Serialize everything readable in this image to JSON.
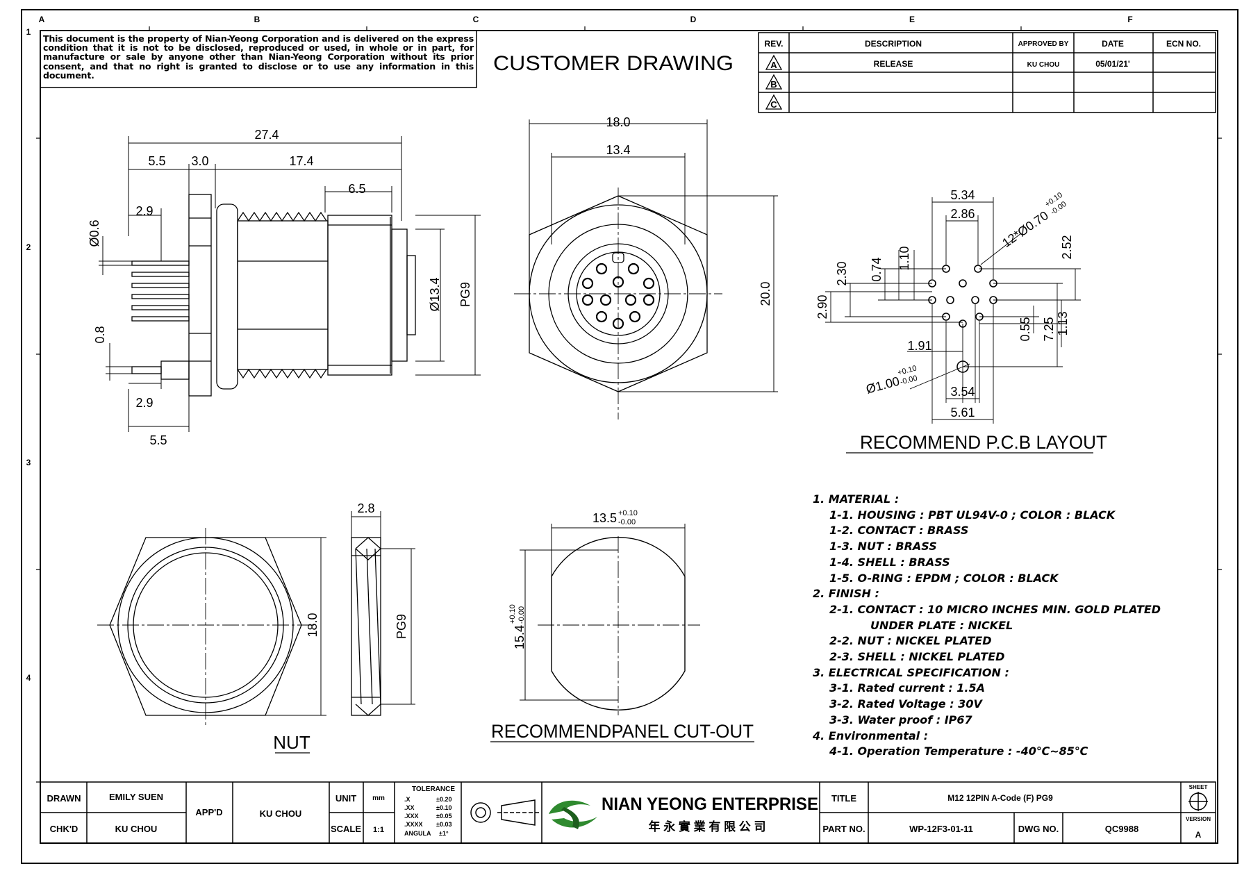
{
  "frame": {
    "col_letters": [
      "A",
      "B",
      "C",
      "D",
      "E",
      "F"
    ],
    "row_numbers": [
      "1",
      "2",
      "3",
      "4"
    ]
  },
  "notice_text": "This document is the property of Nian-Yeong Corporation and is delivered on the express condition that it is not to be disclosed, reproduced or used, in whole or in part, for manufacture or sale by anyone other than Nian-Yeong Corporation without its prior consent, and that no right is granted to disclose or to use any information in this document.",
  "sheet_title": "CUSTOMER  DRAWING",
  "revision_table": {
    "headers": [
      "REV.",
      "DESCRIPTION",
      "APPROVED BY",
      "DATE",
      "ECN NO."
    ],
    "rows": [
      {
        "rev": "A",
        "description": "RELEASE",
        "approved_by": "KU CHOU",
        "date": "05/01/21'",
        "ecn": ""
      },
      {
        "rev": "B",
        "description": "",
        "approved_by": "",
        "date": "",
        "ecn": ""
      },
      {
        "rev": "C",
        "description": "",
        "approved_by": "",
        "date": "",
        "ecn": ""
      }
    ]
  },
  "side_view": {
    "dims": [
      "27.4",
      "5.5",
      "3.0",
      "17.4",
      "6.5",
      "2.9",
      "Ø0.6",
      "0.8",
      "2.9",
      "5.5",
      "Ø13.4",
      "PG9"
    ]
  },
  "front_view": {
    "dims": [
      "18.0",
      "13.4",
      "20.0"
    ]
  },
  "pcb_layout": {
    "title": "RECOMMEND  P.C.B  LAYOUT",
    "dims": [
      "5.34",
      "2.86",
      "2.30",
      "0.74",
      "1.10",
      "2.52",
      "2.90",
      "0.55",
      "7.25",
      "1.13",
      "1.91",
      "3.54",
      "5.61"
    ],
    "hole_callout": "12*Ø0.70",
    "hole_tol_plus": "+0.10",
    "hole_tol_minus": "-0.00",
    "peg_callout": "Ø1.00",
    "peg_tol_plus": "+0.10",
    "peg_tol_minus": "-0.00"
  },
  "nut_view": {
    "title": "NUT",
    "dims": [
      "18.0",
      "2.8",
      "PG9"
    ]
  },
  "panel_cutout": {
    "title": "RECOMMENDPANEL  CUT-OUT",
    "width": "13.5",
    "width_tol_plus": "+0.10",
    "width_tol_minus": "-0.00",
    "height": "15.4",
    "height_tol_plus": "+0.10",
    "height_tol_minus": "-0.00"
  },
  "notes": [
    {
      "level": 1,
      "text": "1.  MATERIAL  :"
    },
    {
      "level": 2,
      "text": "1-1.  HOUSING  :  PBT  UL94V-0  ;  COLOR  :  BLACK"
    },
    {
      "level": 2,
      "text": "1-2.  CONTACT  :  BRASS"
    },
    {
      "level": 2,
      "text": "1-3.  NUT  :  BRASS"
    },
    {
      "level": 2,
      "text": "1-4.  SHELL  :  BRASS"
    },
    {
      "level": 2,
      "text": "1-5.  O-RING  :  EPDM  ;  COLOR  :  BLACK"
    },
    {
      "level": 1,
      "text": "2.  FINISH  :"
    },
    {
      "level": 2,
      "text": "2-1.  CONTACT  :  10  MICRO  INCHES  MIN.  GOLD  PLATED"
    },
    {
      "level": 3,
      "text": "UNDER  PLATE  :  NICKEL"
    },
    {
      "level": 2,
      "text": "2-2.  NUT  :  NICKEL  PLATED"
    },
    {
      "level": 2,
      "text": "2-3.  SHELL  :  NICKEL  PLATED"
    },
    {
      "level": 1,
      "text": "3.  ELECTRICAL  SPECIFICATION  :"
    },
    {
      "level": 2,
      "text": "3-1.  Rated  current  :  1.5A"
    },
    {
      "level": 2,
      "text": "3-2.  Rated  Voltage  :  30V"
    },
    {
      "level": 2,
      "text": "3-3.  Water  proof  :  IP67"
    },
    {
      "level": 1,
      "text": "4.  Environmental  :"
    },
    {
      "level": 2,
      "text": "4-1.  Operation  Temperature  :  -40℃~85℃"
    }
  ],
  "title_block": {
    "drawn_label": "DRAWN",
    "drawn_by": "EMILY SUEN",
    "checked_label": "CHK'D",
    "checked_by": "KU CHOU",
    "approved_label": "APP'D",
    "approved_by": "KU CHOU",
    "unit_label": "UNIT",
    "unit_value": "mm",
    "scale_label": "SCALE",
    "scale_value": "1:1",
    "tolerance_label": "TOLERANCE",
    "tolerances": [
      {
        "k": ".X",
        "v": "±0.20"
      },
      {
        "k": ".XX",
        "v": "±0.10"
      },
      {
        "k": ".XXX",
        "v": "±0.05"
      },
      {
        "k": ".XXXX",
        "v": "±0.03"
      },
      {
        "k": "ANGULA",
        "v": "±1°"
      }
    ],
    "company_en": "NIAN YEONG ENTERPRISE",
    "company_zh": "年 永 實 業 有 限 公 司",
    "title_label": "TITLE",
    "title_value": "M12  12PIN  A-Code  (F)  PG9",
    "part_no_label": "PART NO.",
    "part_no": "WP-12F3-01-11",
    "dwg_no_label": "DWG NO.",
    "dwg_no": "QC9988",
    "sheet_label": "SHEET",
    "version_label": "VERSION",
    "version": "A"
  }
}
